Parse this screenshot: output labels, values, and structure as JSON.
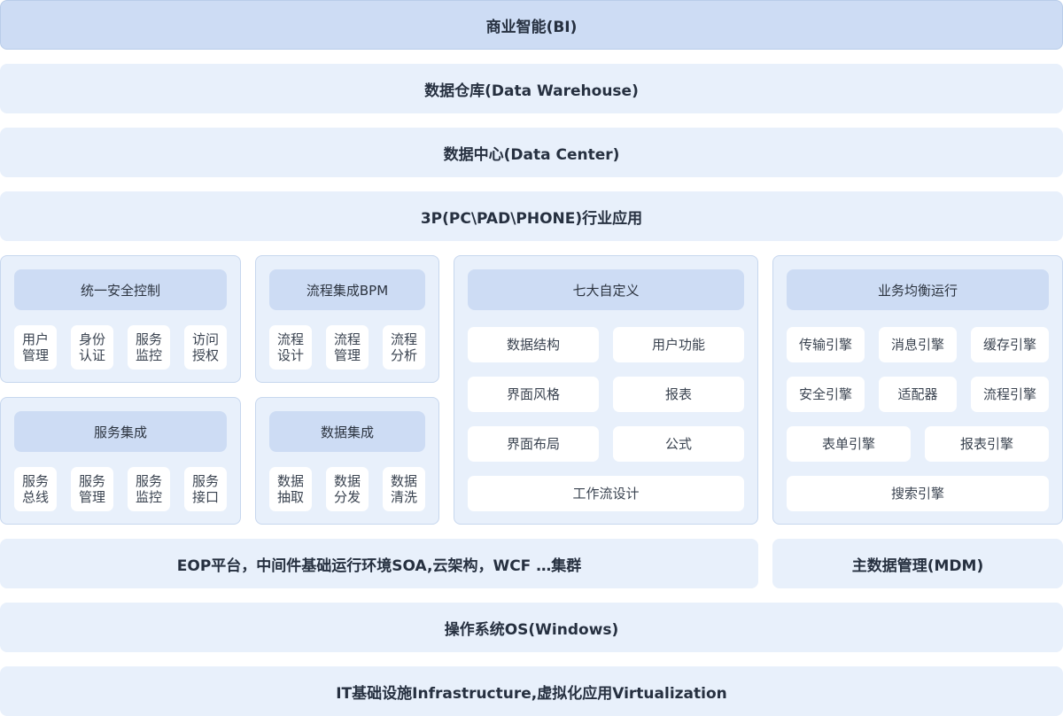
{
  "layers": {
    "bi": "商业智能(BI)",
    "dw": "数据仓库(Data Warehouse)",
    "dc": "数据中心(Data Center)",
    "apps": "3P(PC\\PAD\\PHONE)行业应用",
    "eop": "EOP平台，中间件基础运行环境SOA,云架构，WCF …集群",
    "mdm": "主数据管理(MDM)",
    "os": "操作系统OS(Windows)",
    "it": "IT基础设施Infrastructure,虚拟化应用Virtualization"
  },
  "security": {
    "title": "统一安全控制",
    "items": [
      {
        "l1": "用户",
        "l2": "管理"
      },
      {
        "l1": "身份",
        "l2": "认证"
      },
      {
        "l1": "服务",
        "l2": "监控"
      },
      {
        "l1": "访问",
        "l2": "授权"
      }
    ]
  },
  "bpm": {
    "title": "流程集成BPM",
    "items": [
      {
        "l1": "流程",
        "l2": "设计"
      },
      {
        "l1": "流程",
        "l2": "管理"
      },
      {
        "l1": "流程",
        "l2": "分析"
      }
    ]
  },
  "service": {
    "title": "服务集成",
    "items": [
      {
        "l1": "服务",
        "l2": "总线"
      },
      {
        "l1": "服务",
        "l2": "管理"
      },
      {
        "l1": "服务",
        "l2": "监控"
      },
      {
        "l1": "服务",
        "l2": "接口"
      }
    ]
  },
  "data_integration": {
    "title": "数据集成",
    "items": [
      {
        "l1": "数据",
        "l2": "抽取"
      },
      {
        "l1": "数据",
        "l2": "分发"
      },
      {
        "l1": "数据",
        "l2": "清洗"
      }
    ]
  },
  "custom": {
    "title": "七大自定义",
    "items": [
      "数据结构",
      "用户功能",
      "界面风格",
      "报表",
      "界面布局",
      "公式",
      "工作流设计"
    ]
  },
  "business": {
    "title": "业务均衡运行",
    "items": [
      "传输引擎",
      "消息引擎",
      "缓存引擎",
      "安全引擎",
      "适配器",
      "流程引擎",
      "表单引擎",
      "报表引擎",
      "搜索引擎"
    ]
  }
}
